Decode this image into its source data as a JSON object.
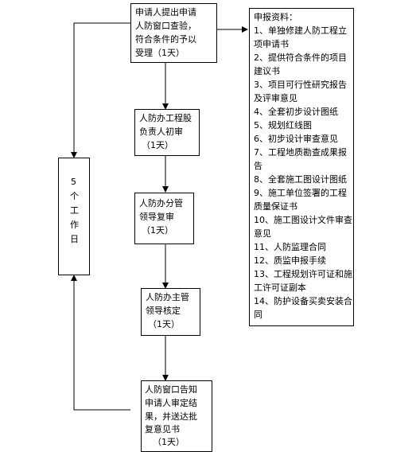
{
  "boxes": {
    "apply": [
      "申请人提出申请",
      "人防窗口查验，",
      "符合条件的予以",
      "受理（1天）"
    ],
    "first_review": [
      "人防办工程股",
      "负责人初审",
      "（1天）"
    ],
    "second_review": [
      "人防办分管",
      "领导复审",
      "（1天）"
    ],
    "approve": [
      "人防办主管",
      "领导核定",
      "（1天）"
    ],
    "notify": [
      "人防窗口告知",
      "申请人审定结",
      "果，并送达批",
      "复意见书",
      "（1天）"
    ],
    "workdays": [
      "5",
      "个",
      "工",
      "作",
      "日"
    ]
  },
  "materials": {
    "title": "申报资料：",
    "lines": [
      "1、单独修建人防工程立",
      "项申请书",
      "2、提供符合条件的项目",
      "建议书",
      "3、项目可行性研究报告",
      "及评审意见",
      "4、全套初步设计图纸",
      "5、规划红线图",
      "6、初步设计审查意见",
      "7、工程地质勘查成果报",
      "告",
      "8、全套施工图设计图纸",
      "9、施工单位签署的工程",
      "质量保证书",
      "10、施工图设计文件审查",
      "意见",
      "11、人防监理合同",
      "12、质监申报手续",
      "13、工程规划许可证和施",
      "工许可证副本",
      "14、防护设备买卖安装合",
      "同"
    ]
  }
}
